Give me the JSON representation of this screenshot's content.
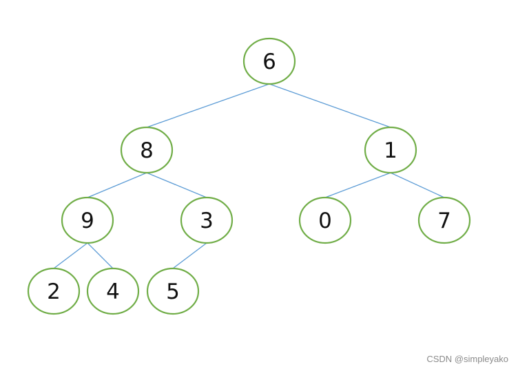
{
  "tree": {
    "nodes": [
      {
        "id": "n6",
        "label": "6"
      },
      {
        "id": "n8",
        "label": "8"
      },
      {
        "id": "n1",
        "label": "1"
      },
      {
        "id": "n9",
        "label": "9"
      },
      {
        "id": "n3",
        "label": "3"
      },
      {
        "id": "n0",
        "label": "0"
      },
      {
        "id": "n7",
        "label": "7"
      },
      {
        "id": "n2",
        "label": "2"
      },
      {
        "id": "n4",
        "label": "4"
      },
      {
        "id": "n5",
        "label": "5"
      }
    ],
    "edges": [
      {
        "from": "n6",
        "to": "n8"
      },
      {
        "from": "n6",
        "to": "n1"
      },
      {
        "from": "n8",
        "to": "n9"
      },
      {
        "from": "n8",
        "to": "n3"
      },
      {
        "from": "n1",
        "to": "n0"
      },
      {
        "from": "n1",
        "to": "n7"
      },
      {
        "from": "n9",
        "to": "n2"
      },
      {
        "from": "n9",
        "to": "n4"
      },
      {
        "from": "n3",
        "to": "n5"
      }
    ],
    "colors": {
      "node_stroke": "#70ad47",
      "edge_stroke": "#5b9bd5"
    }
  },
  "watermark": "CSDN @simpleyako"
}
